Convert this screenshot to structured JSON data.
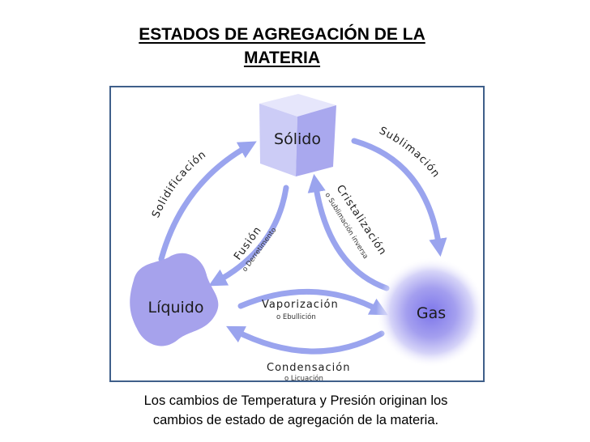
{
  "title": {
    "line1": "ESTADOS DE AGREGACIÓN DE LA",
    "line2": "MATERIA"
  },
  "states": {
    "solid": "Sólido",
    "liquid": "Líquido",
    "gas": "Gas"
  },
  "transitions": {
    "solidification": "Solidificación",
    "sublimation": "Sublimación",
    "fusion": "Fusión",
    "fusion_alt": "o Derretimento",
    "crystallization": "Cristalización",
    "crystallization_alt": "o Sublimación inversa",
    "vaporization": "Vaporización",
    "vaporization_alt": "o Ebullición",
    "condensation": "Condensación",
    "condensation_alt": "o Licuación"
  },
  "caption": {
    "line1": "Los cambios de Temperatura y Presión originan los",
    "line2": "cambios de estado de agregación de la materia."
  },
  "colors": {
    "arrow": "#9aa4ee",
    "cube_front": "#ccccf6",
    "cube_top": "#e6e6fb",
    "cube_side": "#a9a8ee",
    "liquid_blob": "#a6a2ec",
    "gas_core": "#8a84ec",
    "frame_border": "#3f5f8a"
  }
}
